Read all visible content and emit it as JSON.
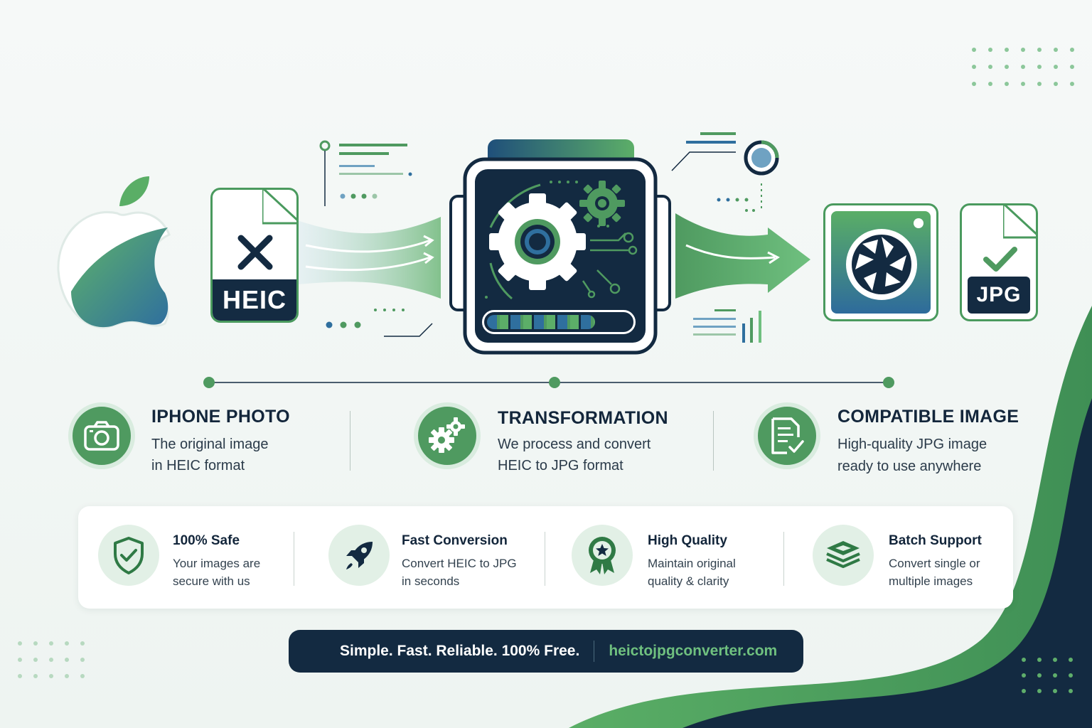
{
  "colors": {
    "brand_green": "#4f9a60",
    "navy": "#132a41",
    "light_green": "#e2f0e6",
    "accent_url": "#6fc07f"
  },
  "files": {
    "source_label": "HEIC",
    "target_label": "JPG"
  },
  "steps": [
    {
      "icon": "camera-icon",
      "title": "IPHONE PHOTO",
      "desc_line1": "The original image",
      "desc_line2": "in HEIC format"
    },
    {
      "icon": "gears-icon",
      "title": "TRANSFORMATION",
      "desc_line1": "We process and convert",
      "desc_line2": "HEIC to JPG format"
    },
    {
      "icon": "document-check-icon",
      "title": "COMPATIBLE IMAGE",
      "desc_line1": "High-quality JPG image",
      "desc_line2": "ready to use anywhere"
    }
  ],
  "features": [
    {
      "icon": "shield-check-icon",
      "title": "100% Safe",
      "desc_line1": "Your images are",
      "desc_line2": "secure with us"
    },
    {
      "icon": "rocket-icon",
      "title": "Fast Conversion",
      "desc_line1": "Convert HEIC to JPG",
      "desc_line2": "in seconds"
    },
    {
      "icon": "award-ribbon-icon",
      "title": "High Quality",
      "desc_line1": "Maintain original",
      "desc_line2": "quality & clarity"
    },
    {
      "icon": "layers-icon",
      "title": "Batch Support",
      "desc_line1": "Convert single or",
      "desc_line2": "multiple images"
    }
  ],
  "footer": {
    "icon": "shield-check-icon",
    "tagline": "Simple. Fast. Reliable. 100% Free.",
    "url": "heictojpgconverter.com"
  },
  "progress": {
    "fraction": 0.75
  }
}
